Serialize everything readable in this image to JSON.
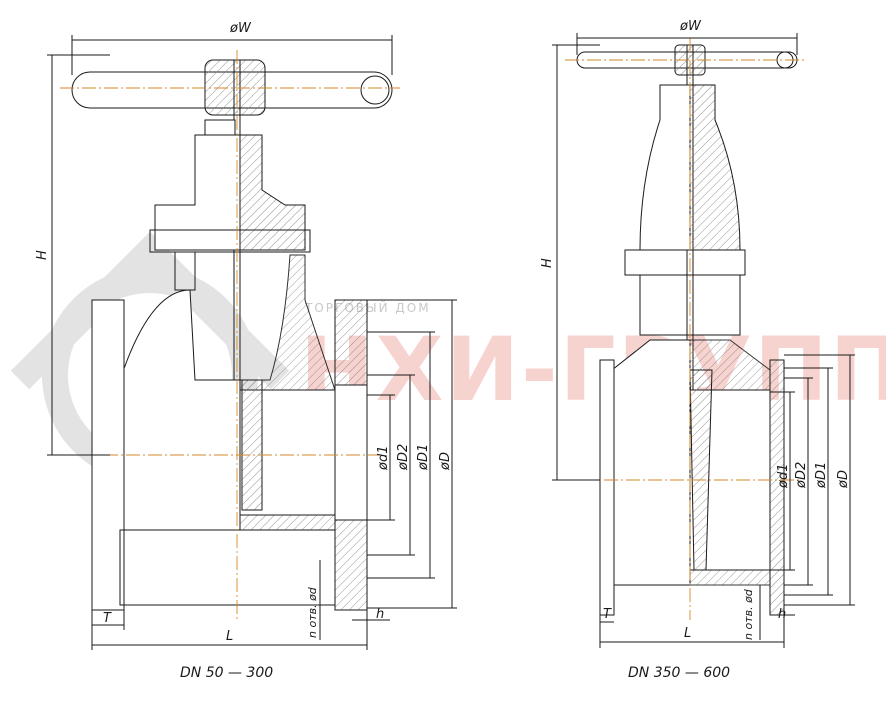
{
  "watermark": {
    "text": "НХИ-ГРУПП",
    "subtext": "ТОРГОВЫЙ ДОМ"
  },
  "left_view": {
    "caption": "DN 50 — 300",
    "labels": {
      "W": "øW",
      "H": "H",
      "d1": "ød1",
      "D2": "øD2",
      "D1": "øD1",
      "D": "øD",
      "holes": "n отв. ød",
      "h": "h",
      "T": "T",
      "L": "L"
    }
  },
  "right_view": {
    "caption": "DN 350 — 600",
    "labels": {
      "W": "øW",
      "H": "H",
      "d1": "ød1",
      "D2": "øD2",
      "D1": "øD1",
      "D": "øD",
      "holes": "n отв. ød",
      "h": "h",
      "T": "T",
      "L": "L"
    }
  },
  "colors": {
    "line": "#1a1a1a",
    "centerline": "#d08a2a",
    "hatch": "#555555",
    "watermark": "#f2b0aa"
  }
}
